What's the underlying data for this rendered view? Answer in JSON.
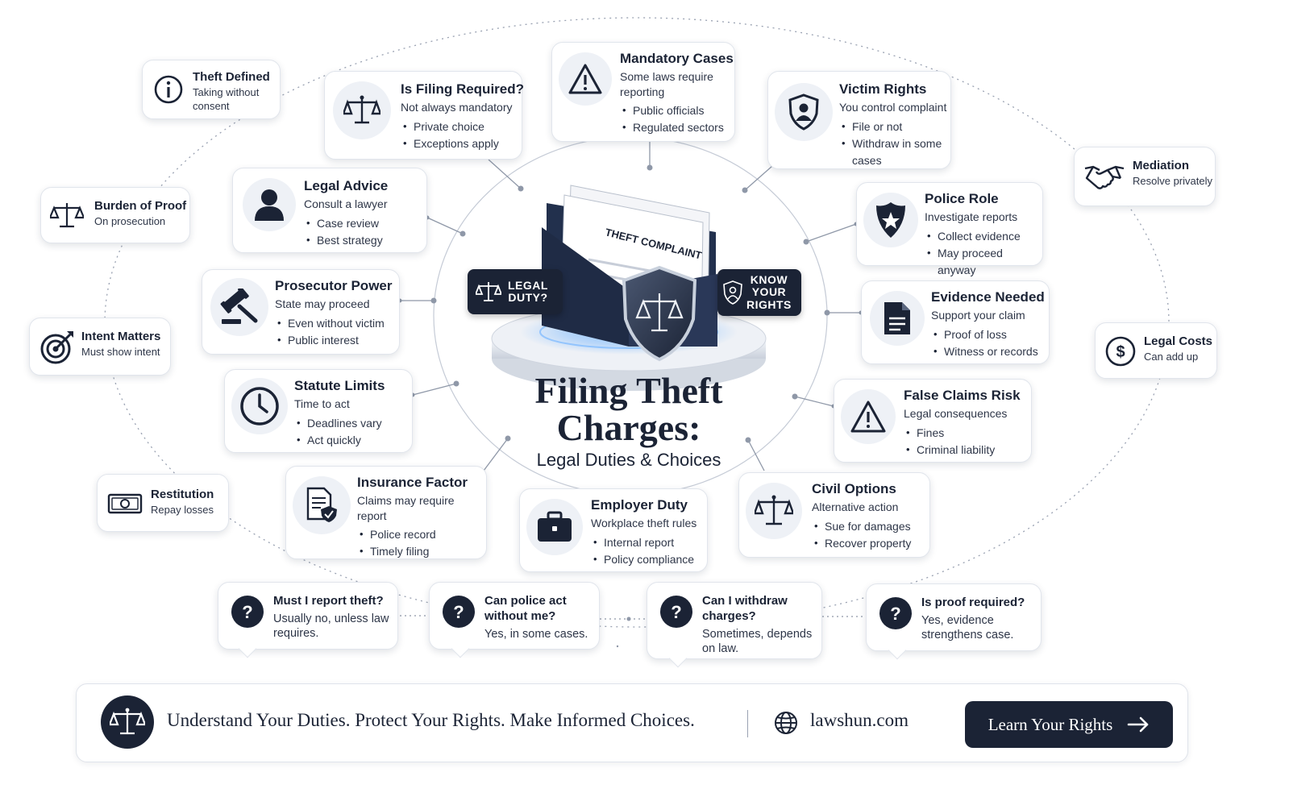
{
  "title": {
    "main_line1": "Filing Theft",
    "main_line2": "Charges:",
    "subtitle": "Legal Duties & Choices"
  },
  "center": {
    "folder_label": "THEFT COMPLAINT",
    "badge_left": {
      "line1": "LEGAL",
      "line2": "DUTY?"
    },
    "badge_right": {
      "line1": "KNOW",
      "line2": "YOUR",
      "line3": "RIGHTS"
    }
  },
  "cards": {
    "filing_required": {
      "title": "Is Filing Required?",
      "sub": "Not always mandatory",
      "items": [
        "Private choice",
        "Exceptions apply"
      ],
      "icon": "scales-icon"
    },
    "mandatory_cases": {
      "title": "Mandatory Cases",
      "sub": "Some laws require reporting",
      "items": [
        "Public officials",
        "Regulated sectors"
      ],
      "icon": "warning-icon"
    },
    "victim_rights": {
      "title": "Victim Rights",
      "sub": "You control complaint",
      "items": [
        "File or not",
        "Withdraw in some cases"
      ],
      "icon": "shield-user-icon"
    },
    "legal_advice": {
      "title": "Legal Advice",
      "sub": "Consult a lawyer",
      "items": [
        "Case review",
        "Best strategy"
      ],
      "icon": "person-icon"
    },
    "police_role": {
      "title": "Police Role",
      "sub": "Investigate reports",
      "items": [
        "Collect evidence",
        "May proceed anyway"
      ],
      "icon": "police-badge-icon"
    },
    "prosecutor_power": {
      "title": "Prosecutor Power",
      "sub": "State may proceed",
      "items": [
        "Even without victim",
        "Public interest"
      ],
      "icon": "gavel-icon"
    },
    "evidence_needed": {
      "title": "Evidence Needed",
      "sub": "Support your claim",
      "items": [
        "Proof of loss",
        "Witness or records"
      ],
      "icon": "document-icon"
    },
    "statute_limits": {
      "title": "Statute Limits",
      "sub": "Time to act",
      "items": [
        "Deadlines vary",
        "Act quickly"
      ],
      "icon": "clock-icon"
    },
    "false_claims": {
      "title": "False Claims Risk",
      "sub": "Legal consequences",
      "items": [
        "Fines",
        "Criminal liability"
      ],
      "icon": "warning-icon"
    },
    "insurance_factor": {
      "title": "Insurance Factor",
      "sub": "Claims may require report",
      "items": [
        "Police record",
        "Timely filing"
      ],
      "icon": "insurance-doc-icon"
    },
    "employer_duty": {
      "title": "Employer Duty",
      "sub": "Workplace theft rules",
      "items": [
        "Internal report",
        "Policy compliance"
      ],
      "icon": "briefcase-icon"
    },
    "civil_options": {
      "title": "Civil Options",
      "sub": "Alternative action",
      "items": [
        "Sue for damages",
        "Recover property"
      ],
      "icon": "scales-icon"
    }
  },
  "outer": {
    "theft_defined": {
      "title": "Theft Defined",
      "sub": "Taking without consent",
      "icon": "info-icon"
    },
    "burden_of_proof": {
      "title": "Burden of Proof",
      "sub": "On prosecution",
      "icon": "scales-icon"
    },
    "intent_matters": {
      "title": "Intent Matters",
      "sub": "Must show intent",
      "icon": "target-icon"
    },
    "restitution": {
      "title": "Restitution",
      "sub": "Repay losses",
      "icon": "money-icon"
    },
    "mediation": {
      "title": "Mediation",
      "sub": "Resolve privately",
      "icon": "handshake-icon"
    },
    "legal_costs": {
      "title": "Legal Costs",
      "sub": "Can add up",
      "icon": "dollar-icon"
    }
  },
  "faqs": [
    {
      "q": "Must I report theft?",
      "a": "Usually no, unless law requires."
    },
    {
      "q": "Can police act without me?",
      "a": "Yes, in some cases."
    },
    {
      "q": "Can I withdraw charges?",
      "a": "Sometimes, depends on law."
    },
    {
      "q": "Is proof required?",
      "a": "Yes, evidence strengthens case."
    }
  ],
  "footer": {
    "tagline": "Understand Your Duties. Protect Your Rights. Make Informed Choices.",
    "site": "lawshun.com",
    "cta": "Learn Your Rights",
    "cta_icon": "arrow-right-icon",
    "logo_icon": "scales-icon",
    "site_icon": "globe-icon"
  },
  "colors": {
    "navy": "#1b2335",
    "accent_glow": "#5aa8ff",
    "card_border": "#e1e5ec",
    "line": "#8f98a8"
  }
}
